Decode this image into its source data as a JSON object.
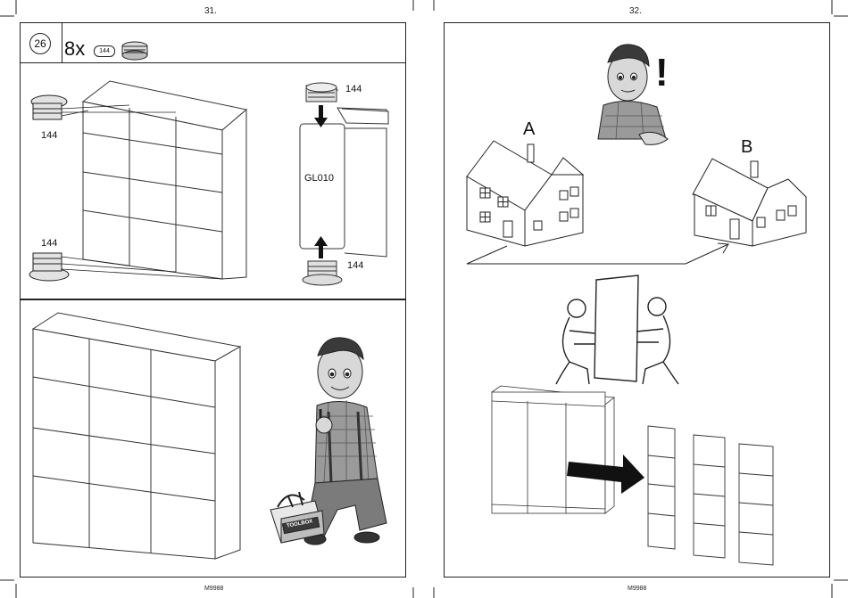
{
  "left_page": {
    "page_number": "31.",
    "footer_code": "M9988",
    "step": {
      "number": "26",
      "quantity": "8x",
      "part_badge": "144"
    },
    "detail_labels": {
      "part_top_left": "144",
      "part_bottom_left": "144",
      "part_top_right": "144",
      "part_bottom_right": "144",
      "panel_code": "GL010"
    },
    "toolbox_label": "TOOLBOX"
  },
  "right_page": {
    "page_number": "32.",
    "footer_code": "M9988",
    "house_a_label": "A",
    "house_b_label": "B",
    "exclamation": "!"
  }
}
